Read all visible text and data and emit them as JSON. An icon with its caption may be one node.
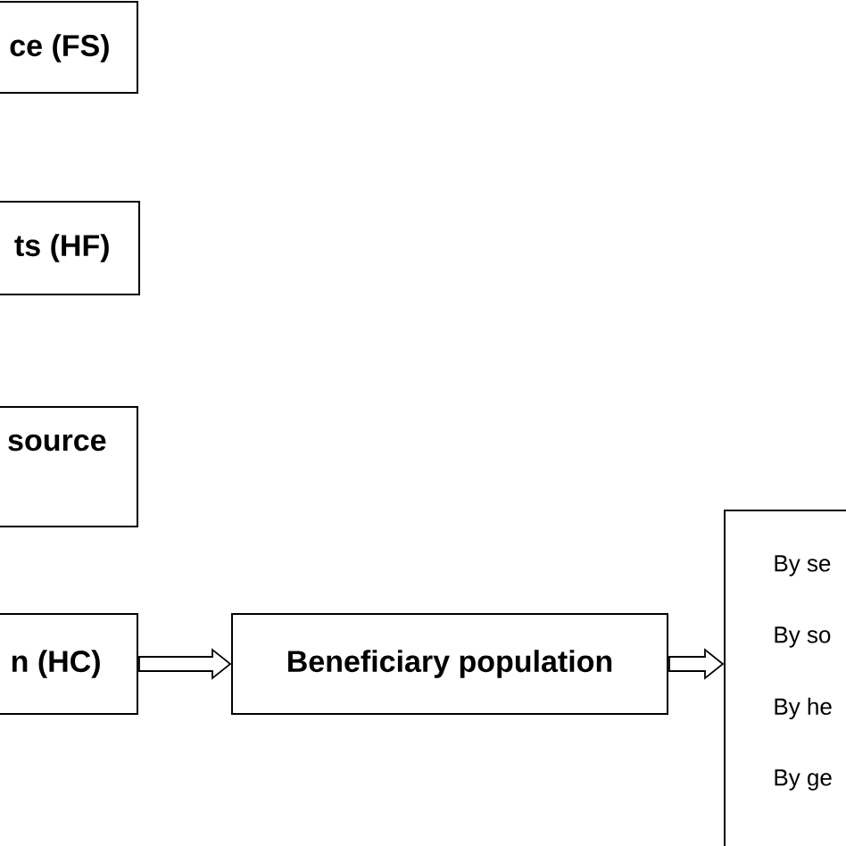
{
  "diagram": {
    "nodes": [
      {
        "text": [
          "ce (FS)"
        ]
      },
      {
        "text": [
          "ts (HF)"
        ]
      },
      {
        "text": [
          "source"
        ]
      },
      {
        "text": [
          "n (HC)"
        ]
      },
      {
        "text": [
          "Beneficiary population"
        ]
      },
      {
        "text": [
          "By se",
          "By so",
          "By he",
          "By ge"
        ]
      }
    ],
    "edges": [
      {
        "from": 3,
        "to": 4,
        "arrow": "to"
      },
      {
        "from": 4,
        "to": 5,
        "arrow": "to"
      }
    ]
  }
}
